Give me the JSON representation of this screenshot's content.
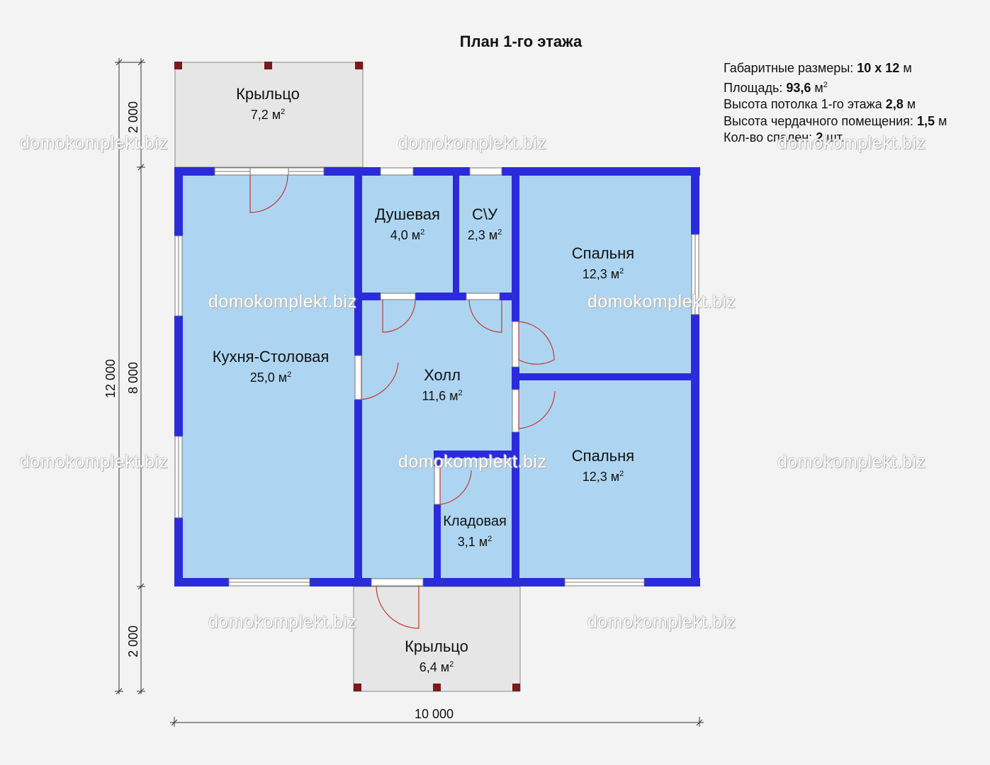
{
  "title": "План 1-го этажа",
  "specs": [
    {
      "label": "Габаритные размеры: ",
      "value": "10 х 12",
      "unit": " м"
    },
    {
      "label": "Площадь: ",
      "value": "93,6",
      "unit": " м",
      "sup": "2"
    },
    {
      "label": "Высота потолка 1-го этажа ",
      "value": "2,8",
      "unit": " м"
    },
    {
      "label": "Высота чердачного помещения: ",
      "value": "1,5",
      "unit": " м"
    },
    {
      "label": "Кол-во спален: ",
      "value": "2",
      "unit": " шт."
    }
  ],
  "rooms": {
    "porch_top": {
      "name": "Крыльцо",
      "area": "7,2 м",
      "sup": "2"
    },
    "kitchen": {
      "name": "Кухня-Столовая",
      "area": "25,0 м",
      "sup": "2"
    },
    "shower": {
      "name": "Душевая",
      "area": "4,0 м",
      "sup": "2"
    },
    "wc": {
      "name": "С\\У",
      "area": "2,3 м",
      "sup": "2"
    },
    "bedroom1": {
      "name": "Спальня",
      "area": "12,3 м",
      "sup": "2"
    },
    "hall": {
      "name": "Холл",
      "area": "11,6 м",
      "sup": "2"
    },
    "bedroom2": {
      "name": "Спальня",
      "area": "12,3 м",
      "sup": "2"
    },
    "pantry": {
      "name": "Кладовая",
      "area": "3,1 м",
      "sup": "2"
    },
    "porch_bottom": {
      "name": "Крыльцо",
      "area": "6,4 м",
      "sup": "2"
    }
  },
  "dimensions": {
    "total_height": "12 000",
    "mid_height": "8 000",
    "top_porch": "2 000",
    "bottom_porch": "2 000",
    "width": "10 000"
  },
  "watermark": "domokomplekt.biz",
  "colors": {
    "wall": "#2b2bdc",
    "room_fill": "#add5f1",
    "porch_fill": "#e6e6e6",
    "post": "#7a1a1a",
    "door_arc": "#c0392b"
  }
}
